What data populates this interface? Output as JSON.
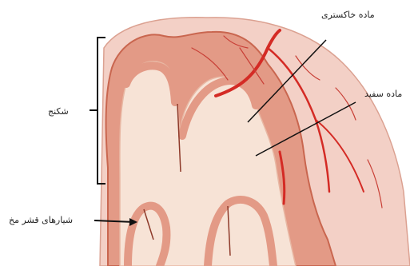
{
  "labels": {
    "gray_matter": "ماده خاکستری",
    "white_matter": "ماده سفید",
    "gyrus": "شکنج",
    "sulci": "شیارهای قشر مخ"
  },
  "colors": {
    "cortex": "#e39a86",
    "cortex_edge": "#c9664f",
    "white_matter": "#f7e3d6",
    "vessel": "#d42b25",
    "pia": "#f0c7bd",
    "line": "#111111"
  }
}
